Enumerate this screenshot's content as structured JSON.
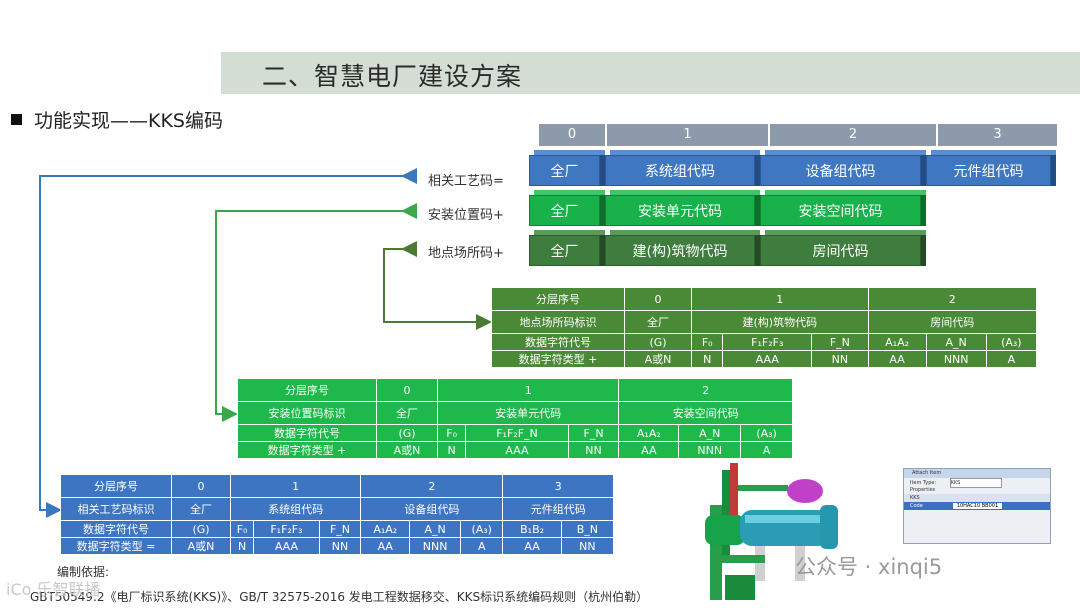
{
  "slide": {
    "title": "二、智慧电厂建设方案",
    "subtitle": "功能实现——KKS编码"
  },
  "header": {
    "levels": [
      "0",
      "1",
      "2",
      "3"
    ]
  },
  "rows": [
    {
      "label": "相关工艺码=",
      "blocks": [
        "全厂",
        "系统组代码",
        "设备组代码",
        "元件组代码"
      ],
      "color": "#3f78c1"
    },
    {
      "label": "安装位置码+",
      "blocks": [
        "全厂",
        "安装单元代码",
        "安装空间代码"
      ],
      "color": "#18b14a"
    },
    {
      "label": "地点场所码+",
      "blocks": [
        "全厂",
        "建(构)筑物代码",
        "房间代码"
      ],
      "color": "#3f7d3f"
    }
  ],
  "table_location": {
    "level_label": "分层序号",
    "levels": [
      "0",
      "1",
      "2"
    ],
    "id_label": "地点场所码标识",
    "ids": [
      "全厂",
      "建(构)筑物代码",
      "房间代码"
    ],
    "code_label": "数据字符代号",
    "codes": [
      "(G)",
      "F₀",
      "F₁F₂F₃",
      "F_N",
      "A₁A₂",
      "A_N",
      "(A₃)"
    ],
    "type_label": "数据字符类型 +",
    "types": [
      "A或N",
      "N",
      "AAA",
      "NN",
      "AA",
      "NNN",
      "A"
    ]
  },
  "table_install": {
    "level_label": "分层序号",
    "levels": [
      "0",
      "1",
      "2"
    ],
    "id_label": "安装位置码标识",
    "ids": [
      "全厂",
      "安装单元代码",
      "安装空间代码"
    ],
    "code_label": "数据字符代号",
    "codes": [
      "(G)",
      "F₀",
      "F₁F₂F_N",
      "F_N",
      "A₁A₂",
      "A_N",
      "(A₃)"
    ],
    "type_label": "数据字符类型 +",
    "types": [
      "A或N",
      "N",
      "AAA",
      "NN",
      "AA",
      "NNN",
      "A"
    ]
  },
  "table_process": {
    "level_label": "分层序号",
    "levels": [
      "0",
      "1",
      "2",
      "3"
    ],
    "id_label": "相关工艺码标识",
    "ids": [
      "全厂",
      "系统组代码",
      "设备组代码",
      "元件组代码"
    ],
    "code_label": "数据字符代号",
    "codes": [
      "(G)",
      "F₀",
      "F₁F₂F₃",
      "F_N",
      "A₁A₂",
      "A_N",
      "(A₃)",
      "B₁B₂",
      "B_N"
    ],
    "type_label": "数据字符类型 =",
    "types": [
      "A或N",
      "N",
      "AAA",
      "NN",
      "AA",
      "NNN",
      "A",
      "AA",
      "NN"
    ]
  },
  "footer": {
    "basis_label": "编制依据:",
    "basis_text": "GBT50549.2《电厂标识系统(KKS)》、GB/T 32575-2016 发电工程数据移交、KKS标识系统编码规则（杭州伯勒）"
  },
  "watermark": {
    "text": "公众号 · xinqi5",
    "left_text": "iCo 乐智联播"
  },
  "dialog": {
    "title": "Attach Item",
    "item_type_label": "Item Type:",
    "item_type_value": "KKS",
    "properties_label": "Properties",
    "group": "KKS",
    "code_label": "Code",
    "code_value": "10HAC10 BB001"
  },
  "colors": {
    "blue": "#3f78c1",
    "green": "#18b14a",
    "olive": "#3f7d3f",
    "header": "#8c9aab",
    "title_bar": "#d3ddd3"
  }
}
